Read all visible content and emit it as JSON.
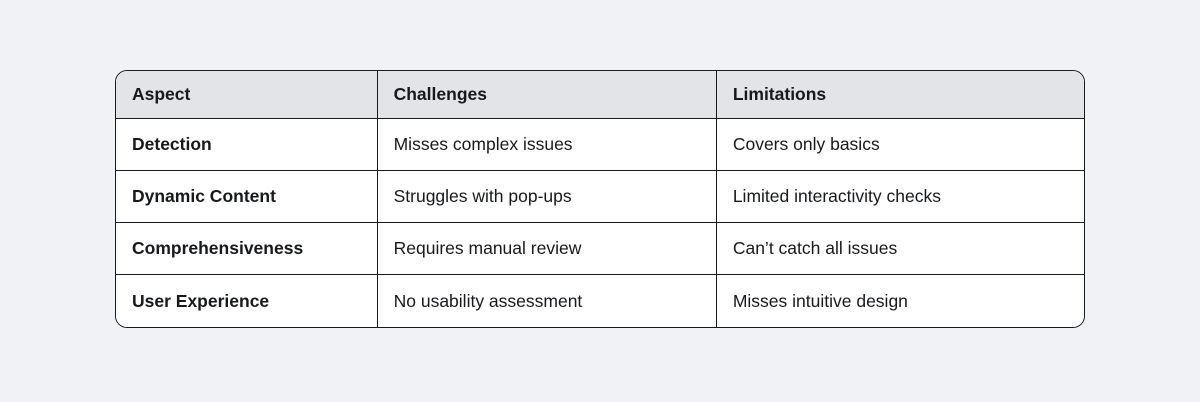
{
  "table": {
    "headers": [
      "Aspect",
      "Challenges",
      "Limitations"
    ],
    "rows": [
      {
        "aspect": "Detection",
        "challenges": "Misses complex issues",
        "limitations": "Covers only basics"
      },
      {
        "aspect": "Dynamic Content",
        "challenges": "Struggles with pop-ups",
        "limitations": "Limited interactivity checks"
      },
      {
        "aspect": "Comprehensiveness",
        "challenges": "Requires manual review",
        "limitations": "Can’t catch all issues"
      },
      {
        "aspect": "User Experience",
        "challenges": "No usability assessment",
        "limitations": "Misses intuitive design"
      }
    ],
    "colors": {
      "page_background": "#f0f2f5",
      "header_background": "#e2e4e8",
      "cell_background": "#ffffff",
      "border": "#191b1e",
      "text": "#17191c"
    }
  }
}
